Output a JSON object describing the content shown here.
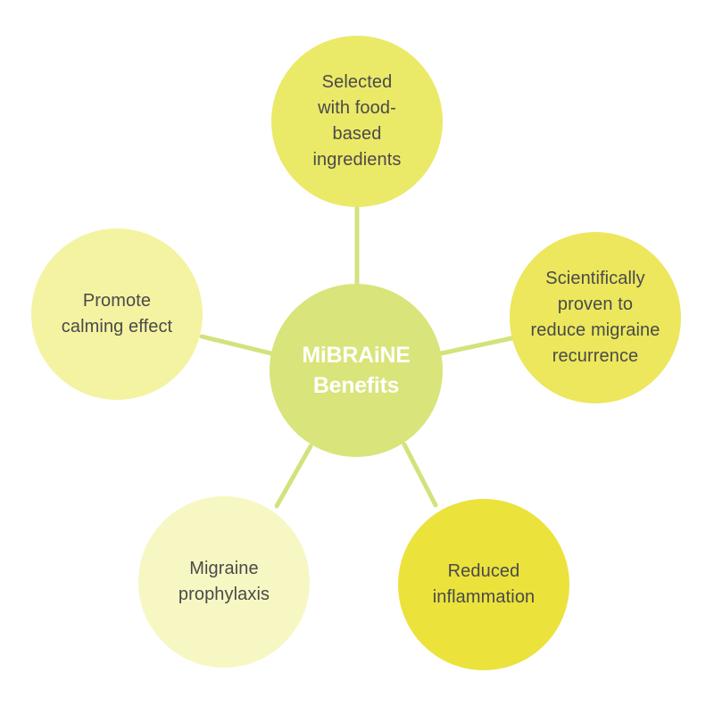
{
  "colors": {
    "connector": "#d4e27c",
    "center": "#d9e47a",
    "top": "#ebe968",
    "right": "#ece75c",
    "bottom_right": "#ebe23c",
    "bottom_left": "#f7f7c3",
    "left": "#f4f3a2",
    "text": "#4a4a4a",
    "center_text": "#ffffff"
  },
  "center": {
    "line1": "MiBRAiNE",
    "line2": "Benefits"
  },
  "nodes": {
    "top": {
      "line1": "Selected",
      "line2": "with food-",
      "line3": "based",
      "line4": "ingredients"
    },
    "right": {
      "line1": "Scientifically",
      "line2": "proven to",
      "line3": "reduce migraine",
      "line4": "recurrence"
    },
    "bottom_right": {
      "line1": "Reduced",
      "line2": "inflammation"
    },
    "bottom_left": {
      "line1": "Migraine",
      "line2": "prophylaxis"
    },
    "left": {
      "line1": "Promote",
      "line2": "calming effect"
    }
  }
}
